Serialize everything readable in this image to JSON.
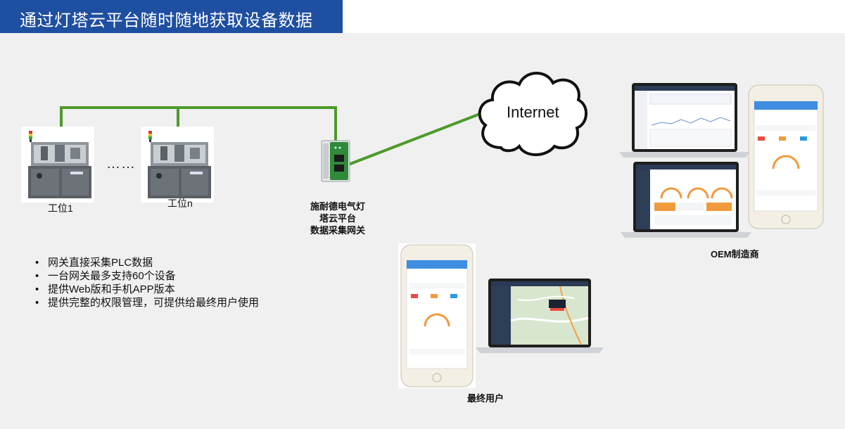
{
  "header": {
    "title": "通过灯塔云平台随时随地获取设备数据"
  },
  "stations": [
    {
      "label": "工位1"
    },
    {
      "label": "工位n"
    }
  ],
  "ellipsis": "……",
  "gateway": {
    "lines": [
      "施耐德电气灯",
      "塔云平台",
      "数据采集网关"
    ]
  },
  "internet": {
    "label": "Internet"
  },
  "features": [
    "网关直接采集PLC数据",
    "一台网关最多支持60个设备",
    "提供Web版和手机APP版本",
    "提供完整的权限管理，可提供给最终用户使用"
  ],
  "oem": {
    "caption": "OEM制造商"
  },
  "end_user": {
    "caption": "最终用户"
  },
  "colors": {
    "title_bg": "#1f4fa0",
    "link_green": "#4e9a2a",
    "panel_bg": "#f0f0f0",
    "gateway_green": "#2f8a3a"
  },
  "icons": [
    "cloud-icon",
    "gateway-icon",
    "machine-icon",
    "laptop-icon",
    "phone-icon"
  ]
}
